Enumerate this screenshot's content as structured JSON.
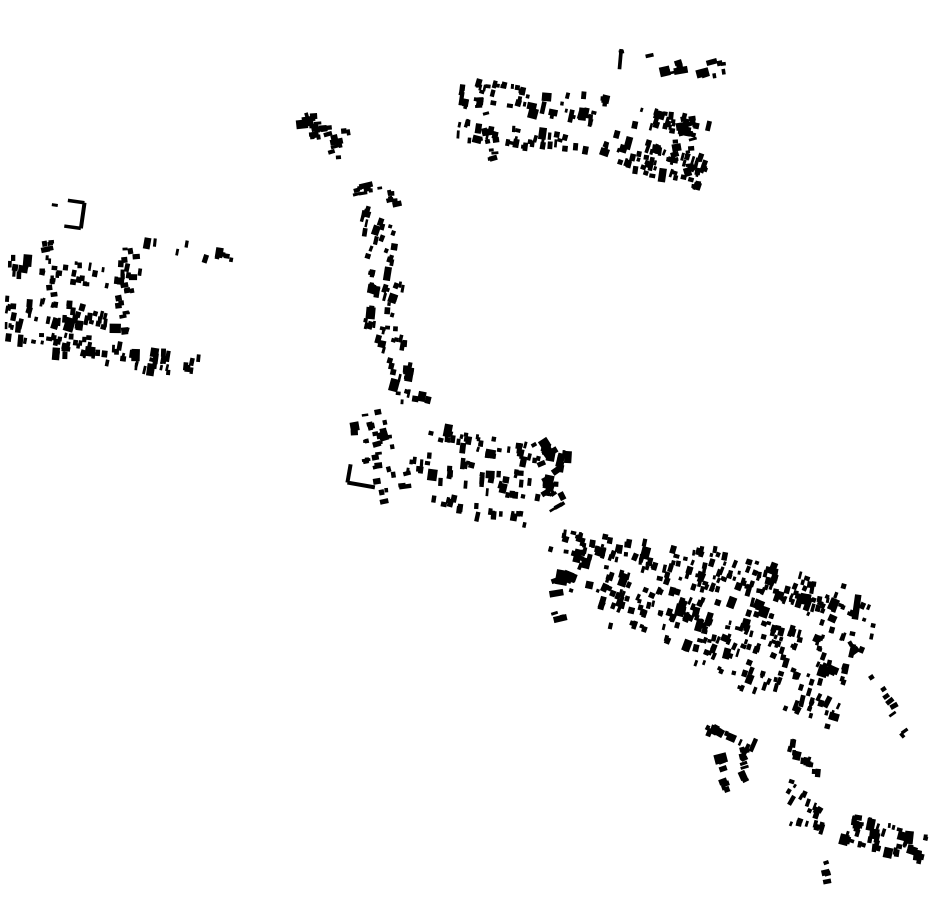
{
  "map": {
    "title": "",
    "background_color": "#ffffff",
    "building_color": "#000000",
    "layer": "building-footprints",
    "settlements": [
      {
        "id": "west-village",
        "seed": 11,
        "strips": [
          {
            "from": [
              0.005,
              0.36
            ],
            "to": [
              0.215,
              0.4
            ],
            "width": 0.025,
            "count": 70,
            "angle": 8
          },
          {
            "from": [
              0.005,
              0.33
            ],
            "to": [
              0.14,
              0.35
            ],
            "width": 0.025,
            "count": 40,
            "angle": 10
          },
          {
            "from": [
              0.01,
              0.29
            ],
            "to": [
              0.15,
              0.3
            ],
            "width": 0.03,
            "count": 40,
            "angle": 6
          },
          {
            "from": [
              0.13,
              0.36
            ],
            "to": [
              0.14,
              0.27
            ],
            "width": 0.015,
            "count": 18,
            "angle": 85
          },
          {
            "from": [
              0.15,
              0.26
            ],
            "to": [
              0.25,
              0.28
            ],
            "width": 0.012,
            "count": 10,
            "angle": 12
          },
          {
            "from": [
              0.05,
              0.26
            ],
            "to": [
              0.06,
              0.33
            ],
            "width": 0.01,
            "count": 8,
            "angle": 80
          }
        ],
        "special": [
          {
            "shape": "bracket",
            "at": [
              0.08,
              0.232
            ],
            "size": [
              0.018,
              0.028
            ],
            "angle": 8
          }
        ]
      },
      {
        "id": "north-east-village",
        "seed": 23,
        "strips": [
          {
            "from": [
              0.49,
              0.1
            ],
            "to": [
              0.65,
              0.12
            ],
            "width": 0.03,
            "count": 55,
            "angle": 10
          },
          {
            "from": [
              0.49,
              0.14
            ],
            "to": [
              0.63,
              0.16
            ],
            "width": 0.02,
            "count": 35,
            "angle": 10
          },
          {
            "from": [
              0.52,
              0.085
            ],
            "to": [
              0.53,
              0.18
            ],
            "width": 0.02,
            "count": 12,
            "angle": 80
          },
          {
            "from": [
              0.65,
              0.16
            ],
            "to": [
              0.76,
              0.19
            ],
            "width": 0.035,
            "count": 65,
            "angle": 15
          },
          {
            "from": [
              0.68,
              0.125
            ],
            "to": [
              0.765,
              0.14
            ],
            "width": 0.02,
            "count": 30,
            "angle": 12
          },
          {
            "from": [
              0.735,
              0.125
            ],
            "to": [
              0.735,
              0.19
            ],
            "width": 0.02,
            "count": 18,
            "angle": 80
          },
          {
            "from": [
              0.665,
              0.065
            ],
            "to": [
              0.79,
              0.08
            ],
            "width": 0.02,
            "count": 16,
            "angle": 78
          }
        ],
        "special": [
          {
            "shape": "bar",
            "at": [
              0.667,
              0.064
            ],
            "size": [
              0.004,
              0.022
            ],
            "angle": 5
          }
        ]
      },
      {
        "id": "central-ribbon",
        "seed": 37,
        "strips": [
          {
            "from": [
              0.325,
              0.125
            ],
            "to": [
              0.375,
              0.16
            ],
            "width": 0.03,
            "count": 30,
            "angle": 80
          },
          {
            "from": [
              0.37,
              0.2
            ],
            "to": [
              0.43,
              0.215
            ],
            "width": 0.015,
            "count": 14,
            "angle": 80
          },
          {
            "from": [
              0.4,
              0.22
            ],
            "to": [
              0.42,
              0.33
            ],
            "width": 0.035,
            "count": 40,
            "angle": 15
          },
          {
            "from": [
              0.4,
              0.33
            ],
            "to": [
              0.45,
              0.44
            ],
            "width": 0.035,
            "count": 40,
            "angle": 10
          },
          {
            "from": [
              0.39,
              0.45
            ],
            "to": [
              0.43,
              0.54
            ],
            "width": 0.04,
            "count": 35,
            "angle": 80
          },
          {
            "from": [
              0.45,
              0.47
            ],
            "to": [
              0.61,
              0.5
            ],
            "width": 0.02,
            "count": 45,
            "angle": 10
          },
          {
            "from": [
              0.44,
              0.5
            ],
            "to": [
              0.6,
              0.535
            ],
            "width": 0.03,
            "count": 45,
            "angle": 10
          },
          {
            "from": [
              0.46,
              0.54
            ],
            "to": [
              0.57,
              0.565
            ],
            "width": 0.015,
            "count": 18,
            "angle": 10
          },
          {
            "from": [
              0.58,
              0.47
            ],
            "to": [
              0.6,
              0.55
            ],
            "width": 0.02,
            "count": 16,
            "angle": 60
          }
        ],
        "special": [
          {
            "shape": "ell",
            "at": [
              0.39,
              0.515
            ],
            "size": [
              0.03,
              0.02
            ],
            "angle": 10
          }
        ]
      },
      {
        "id": "south-east-town",
        "seed": 51,
        "strips": [
          {
            "from": [
              0.59,
              0.585
            ],
            "to": [
              0.7,
              0.6
            ],
            "width": 0.025,
            "count": 40,
            "angle": 12
          },
          {
            "from": [
              0.61,
              0.62
            ],
            "to": [
              0.94,
              0.68
            ],
            "width": 0.06,
            "count": 170,
            "angle": 18
          },
          {
            "from": [
              0.72,
              0.6
            ],
            "to": [
              0.91,
              0.65
            ],
            "width": 0.035,
            "count": 80,
            "angle": 15
          },
          {
            "from": [
              0.66,
              0.66
            ],
            "to": [
              0.91,
              0.73
            ],
            "width": 0.04,
            "count": 90,
            "angle": 18
          },
          {
            "from": [
              0.75,
              0.71
            ],
            "to": [
              0.9,
              0.775
            ],
            "width": 0.03,
            "count": 40,
            "angle": 20
          },
          {
            "from": [
              0.91,
              0.69
            ],
            "to": [
              0.99,
              0.82
            ],
            "width": 0.01,
            "count": 10,
            "angle": 55
          },
          {
            "from": [
              0.6,
              0.615
            ],
            "to": [
              0.6,
              0.67
            ],
            "width": 0.01,
            "count": 6,
            "angle": 75
          }
        ],
        "special": [
          {
            "shape": "bar",
            "at": [
              0.921,
              0.657
            ],
            "size": [
              0.007,
              0.027
            ],
            "angle": 8
          },
          {
            "shape": "bar",
            "at": [
              0.604,
              0.625
            ],
            "size": [
              0.013,
              0.016
            ],
            "angle": 10
          }
        ]
      },
      {
        "id": "south-east-hamlets",
        "seed": 67,
        "strips": [
          {
            "from": [
              0.76,
              0.79
            ],
            "to": [
              0.81,
              0.81
            ],
            "width": 0.01,
            "count": 12,
            "angle": 25
          },
          {
            "from": [
              0.775,
              0.815
            ],
            "to": [
              0.78,
              0.855
            ],
            "width": 0.004,
            "count": 10,
            "angle": 70
          },
          {
            "from": [
              0.8,
              0.81
            ],
            "to": [
              0.8,
              0.845
            ],
            "width": 0.004,
            "count": 10,
            "angle": 70
          },
          {
            "from": [
              0.84,
              0.795
            ],
            "to": [
              0.88,
              0.84
            ],
            "width": 0.01,
            "count": 14,
            "angle": 10
          },
          {
            "from": [
              0.845,
              0.85
            ],
            "to": [
              0.88,
              0.885
            ],
            "width": 0.015,
            "count": 12,
            "angle": 25
          },
          {
            "from": [
              0.85,
              0.89
            ],
            "to": [
              0.9,
              0.9
            ],
            "width": 0.01,
            "count": 8,
            "angle": 20
          },
          {
            "from": [
              0.91,
              0.895
            ],
            "to": [
              0.995,
              0.92
            ],
            "width": 0.03,
            "count": 55,
            "angle": 12
          },
          {
            "from": [
              0.89,
              0.93
            ],
            "to": [
              0.89,
              0.955
            ],
            "width": 0.006,
            "count": 4,
            "angle": 75
          }
        ],
        "special": []
      }
    ]
  }
}
